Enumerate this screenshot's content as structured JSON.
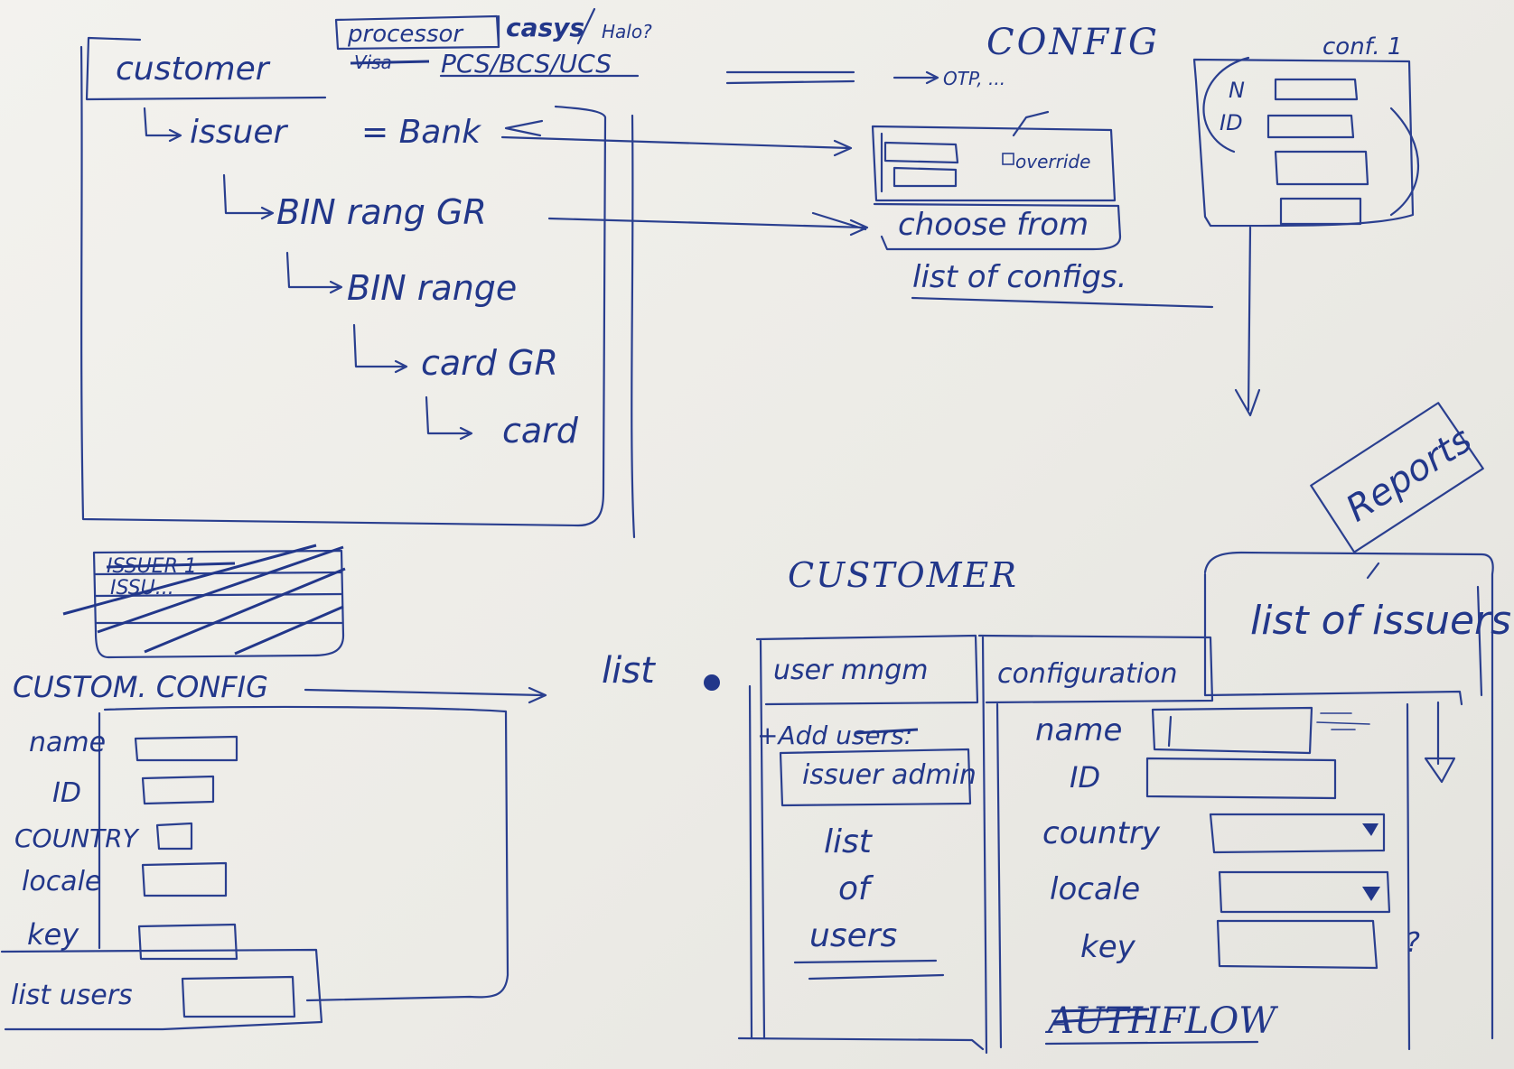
{
  "top_tags": {
    "processor": "processor",
    "casys": "casys",
    "halo": "Halo?",
    "pcs": "PCS/BCS/UCS",
    "crossed_word": "Visa"
  },
  "hierarchy": {
    "customer": "customer",
    "issuer": "issuer",
    "issuer_eq": "= Bank",
    "bin_group": "BIN rang GR",
    "bin_range": "BIN range",
    "card_group": "card GR",
    "card": "card"
  },
  "config_area": {
    "title": "CONFIG",
    "otp": "OTP, ...",
    "conf_label": "conf. 1",
    "n_label": "N",
    "id_label": "ID",
    "override": "override",
    "choose_line1": "choose from",
    "choose_line2": "list of configs."
  },
  "issuer_crossed": {
    "line1": "ISSUER 1",
    "line2": "ISSU..."
  },
  "custom_config": {
    "title": "CUSTOM. CONFIG",
    "fields": [
      "name",
      "ID",
      "COUNTRY",
      "locale",
      "key"
    ],
    "list_users": "list users"
  },
  "customer_screen": {
    "title": "CUSTOMER",
    "list_label": "list",
    "tab_user_mgmt": "user mngm",
    "tab_configuration": "configuration",
    "tab_list_issuers": "list of issuers",
    "reports": "Reports",
    "add_users": "+Add users:",
    "issuer_admin": "issuer admin",
    "list_of_users": [
      "list",
      "of",
      "users"
    ],
    "form_fields": [
      "name",
      "ID",
      "country",
      "locale",
      "key"
    ],
    "question_mark": "?",
    "flow": "AUTHFLOW"
  }
}
